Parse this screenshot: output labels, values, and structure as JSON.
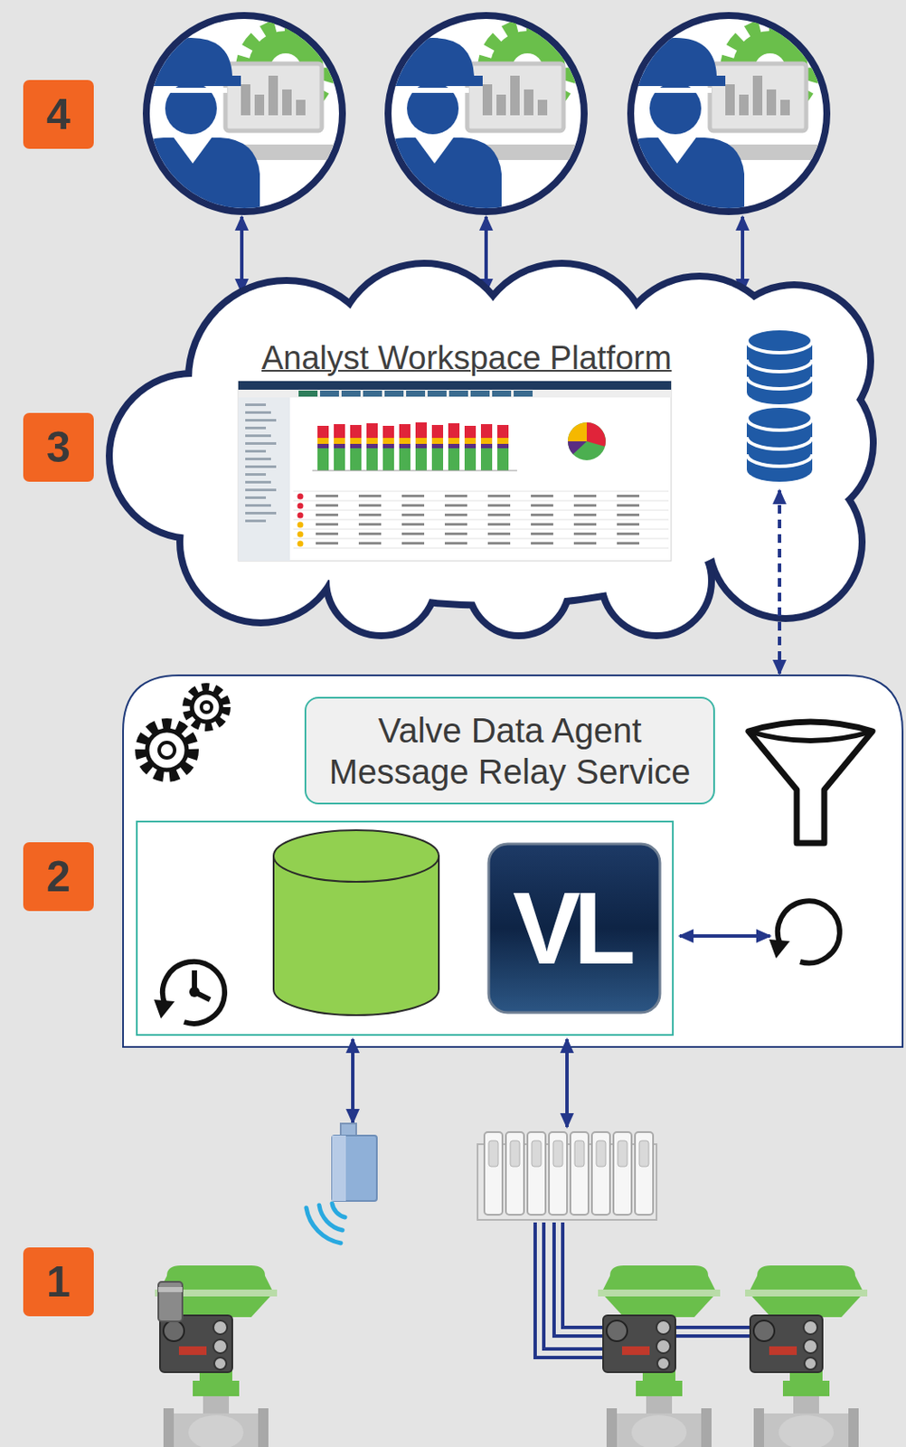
{
  "diagram": {
    "nodes": [
      {
        "text": [
          "Analyst Workspace Platform"
        ]
      },
      {
        "text": [
          "Valve Data Agent Message Relay Service"
        ]
      }
    ],
    "edges": [
      {
        "from": 0,
        "to": 1,
        "arrow": "both"
      }
    ],
    "labels": [
      "4",
      "3",
      "2",
      "1",
      "VL"
    ]
  }
}
